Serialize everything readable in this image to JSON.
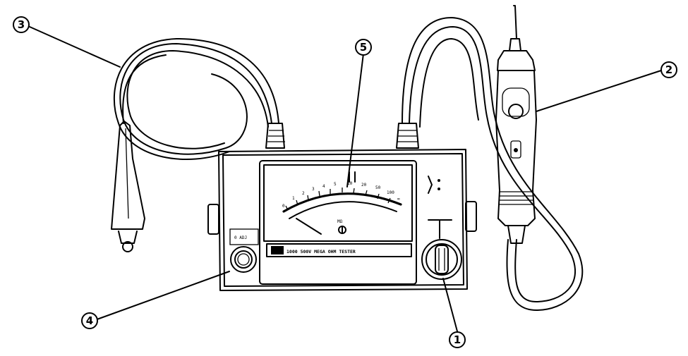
{
  "callouts": [
    {
      "id": "c1",
      "label": "1",
      "part": "range-selector-knob"
    },
    {
      "id": "c2",
      "label": "2",
      "part": "probe-lead"
    },
    {
      "id": "c3",
      "label": "3",
      "part": "earth-lead"
    },
    {
      "id": "c4",
      "label": "4",
      "part": "zero-adjust-knob"
    },
    {
      "id": "c5",
      "label": "5",
      "part": "meter-dial"
    }
  ],
  "dial": {
    "scale_marks": [
      "0",
      "1",
      "2",
      "3",
      "4",
      "5",
      "10",
      "20",
      "50",
      "100",
      "∞"
    ],
    "symbol": "MΩ"
  },
  "nameplate": {
    "text": "1000 500V MEGA OHM TESTER"
  },
  "left_badge": {
    "text": "0 ADJ"
  }
}
